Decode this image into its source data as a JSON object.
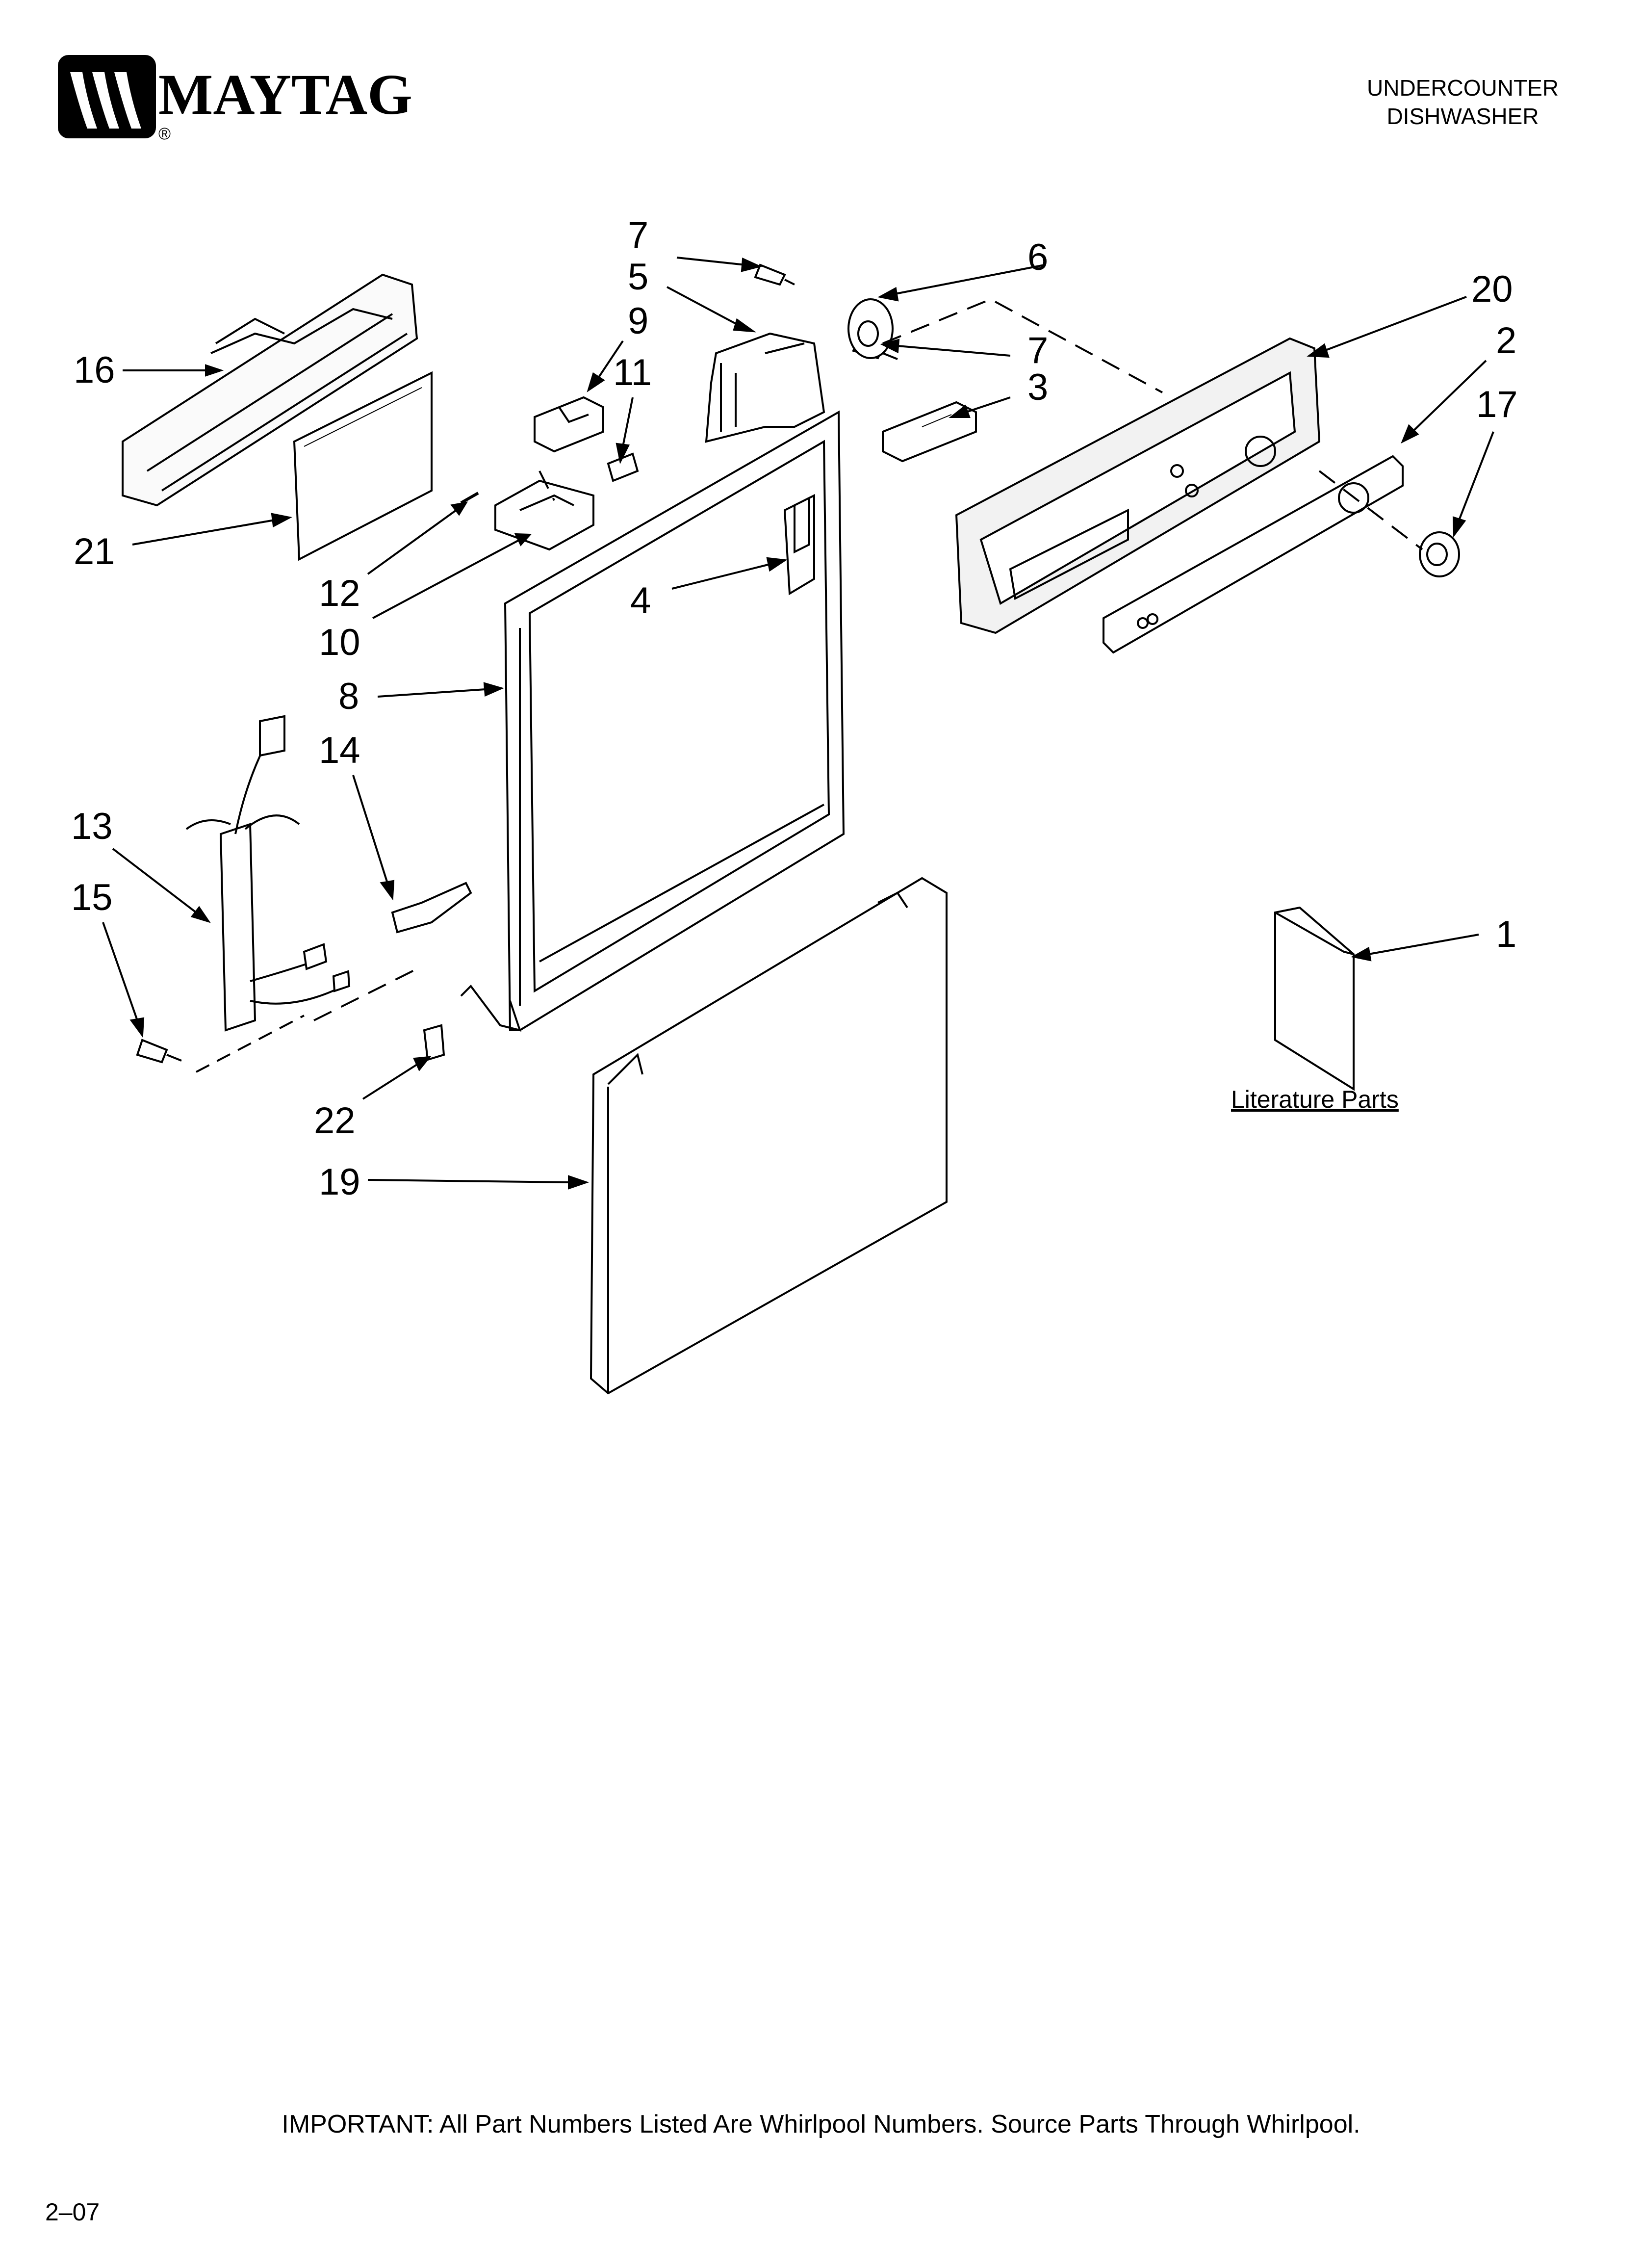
{
  "brand": {
    "name": "MAYTAG",
    "registered_mark": "®"
  },
  "header": {
    "line1": "UNDERCOUNTER",
    "line2": "DISHWASHER"
  },
  "callouts": {
    "p1": "1",
    "p2": "2",
    "p3": "3",
    "p4": "4",
    "p5": "5",
    "p6": "6",
    "p7a": "7",
    "p7b": "7",
    "p8": "8",
    "p9": "9",
    "p10": "10",
    "p11": "11",
    "p12": "12",
    "p13": "13",
    "p14": "14",
    "p15": "15",
    "p16": "16",
    "p17": "17",
    "p19": "19",
    "p20": "20",
    "p21": "21",
    "p22": "22"
  },
  "literature_label": "Literature Parts",
  "footer": {
    "important": "IMPORTANT: All Part Numbers Listed Are Whirlpool Numbers. Source Parts Through Whirlpool.",
    "page_code": "2–07"
  },
  "colors": {
    "line": "#000000",
    "panel_fill": "#f2f2f2",
    "page": "#ffffff"
  }
}
